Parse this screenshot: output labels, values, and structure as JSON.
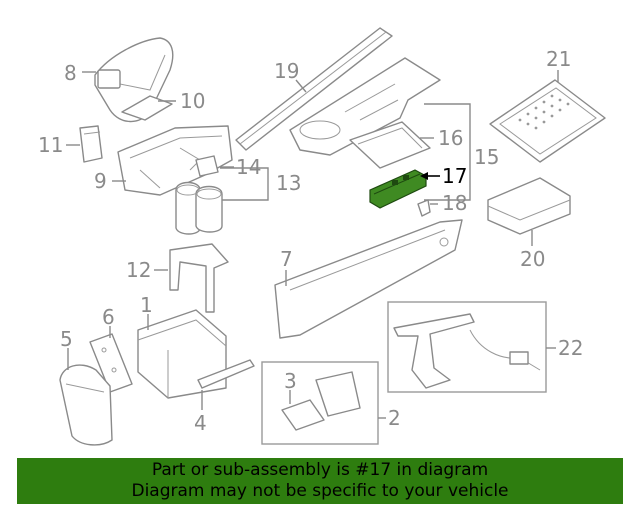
{
  "diagram": {
    "highlight_color": "#3f8a22",
    "highlighted_part": "17",
    "callouts": [
      "1",
      "2",
      "3",
      "4",
      "5",
      "6",
      "7",
      "8",
      "9",
      "10",
      "11",
      "12",
      "13",
      "14",
      "15",
      "16",
      "17",
      "18",
      "19",
      "20",
      "21",
      "22"
    ]
  },
  "banner": {
    "line1": "Part or sub-assembly is #17 in diagram",
    "line2": "Diagram may not be specific to your vehicle",
    "background": "#2e7d0f"
  }
}
